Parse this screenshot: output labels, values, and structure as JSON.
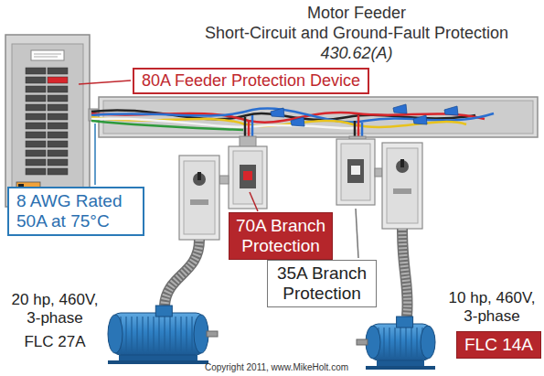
{
  "diagram": {
    "title": "Motor Feeder",
    "nodes": [
      {
        "text": [
          "80A Feeder Protection Device"
        ]
      },
      {
        "text": [
          "8 AWG Rated 50A at 75°C"
        ]
      },
      {
        "text": [
          "70A Branch Protection"
        ]
      },
      {
        "text": [
          "35A Branch Protection"
        ]
      },
      {
        "text": [
          "FLC 14A"
        ]
      }
    ],
    "labels": [
      "Short-Circuit and Ground-Fault Protection",
      "430.62(A)",
      "20 hp, 460V, 3-phase",
      "FLC 27A",
      "10 hp, 460V, 3-phase",
      "Copyright 2011, www.MikeHolt.com"
    ]
  }
}
